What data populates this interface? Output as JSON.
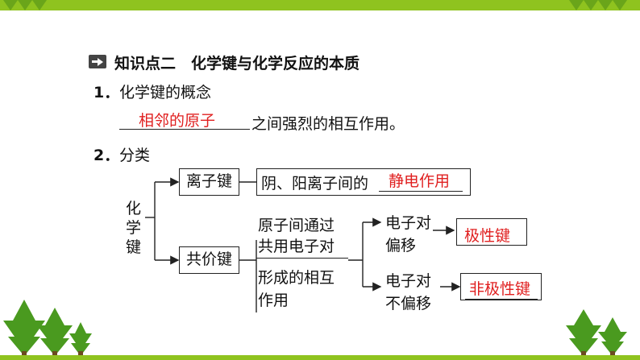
{
  "heading": {
    "icon": "arrow-right-icon",
    "text": "知识点二　化学键与化学反应的本质"
  },
  "section1": {
    "number": "1．",
    "title": "化学键的概念",
    "blank_answer": "相邻的原子",
    "sentence_rest": "之间强烈的相互作用。"
  },
  "section2": {
    "number": "2．",
    "title": "分类"
  },
  "diagram": {
    "root_label": [
      "化",
      "学",
      "键"
    ],
    "ionic_bond": "离子键",
    "ionic_desc": "阴、阳离子间的",
    "ionic_answer": "静电作用",
    "covalent_bond": "共价键",
    "covalent_desc_1": [
      "原子间通过",
      "共用电子对"
    ],
    "covalent_desc_2": [
      "形成的相互",
      "作用"
    ],
    "polar_condition": [
      "电子对",
      "偏移"
    ],
    "polar_answer": "极性键",
    "nonpolar_condition": [
      "电子对",
      "不偏移"
    ],
    "nonpolar_answer": "非极性键"
  },
  "colors": {
    "accent_green": "#8fc31f",
    "answer_red": "#e02020"
  }
}
